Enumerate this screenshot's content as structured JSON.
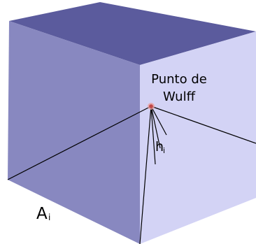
{
  "labels": {
    "wulff_point_line1": "Punto de",
    "wulff_point_line2": "Wulff",
    "height": "h",
    "height_subscript": "i",
    "area": "A",
    "area_subscript": "i"
  },
  "colors": {
    "top_face": "#5b5b9d",
    "left_face": "#8888c0",
    "right_face": "#d3d3f5",
    "edges": "#000000",
    "wulff_point": "#c04848",
    "wulff_point_glow": "#e8a0a0"
  }
}
